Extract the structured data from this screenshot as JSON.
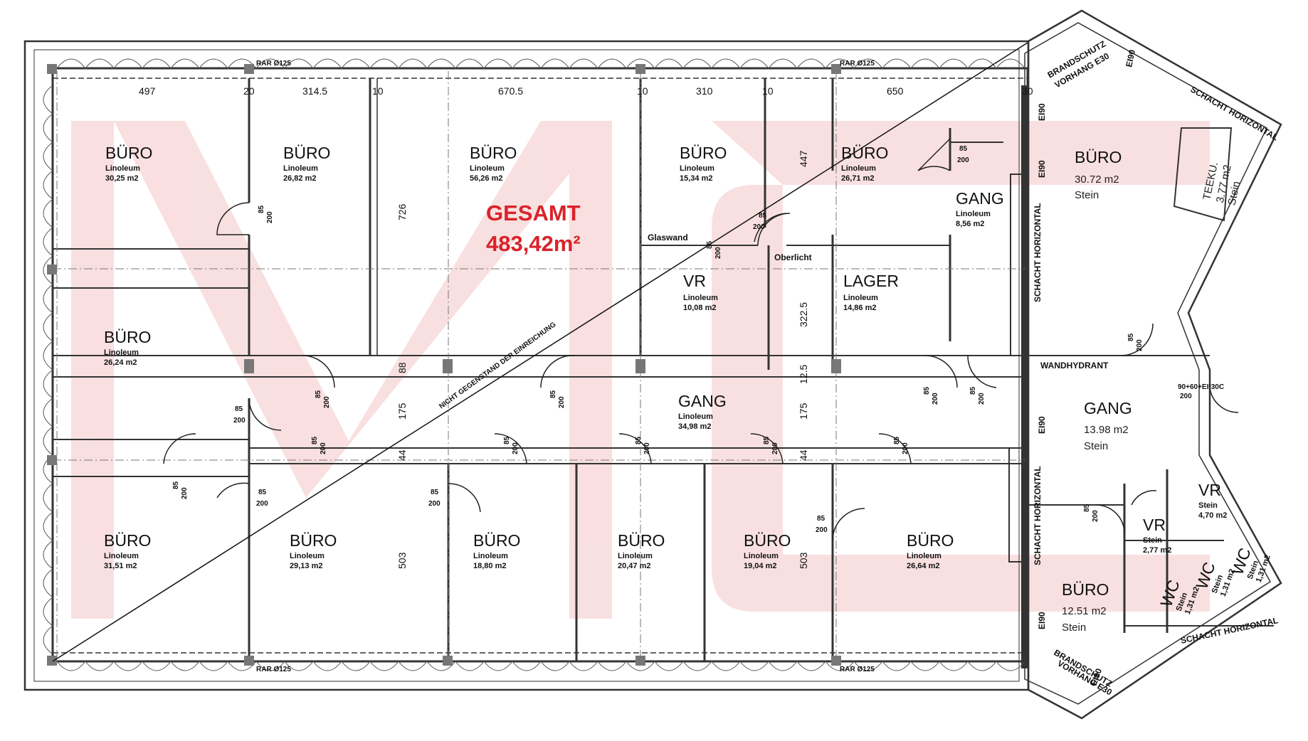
{
  "total": {
    "title": "GESAMT",
    "value": "483,42m²"
  },
  "annotations": {
    "diagonal_note": "NICHT GEGENSTAND DER EINREICHUNG",
    "wandhydrant": "WANDHYDRANT",
    "glaswand": "Glaswand",
    "oberlicht": "Oberlicht",
    "door_code": "90+60+EI²30C",
    "door_code_sub": "200",
    "brandschutz_top_1": "BRANDSCHUTZ",
    "brandschutz_top_2": "VORHANG E30",
    "brandschutz_bot_1": "BRANDSCHUTZ",
    "brandschutz_bot_2": "VORHANG E30",
    "schacht_1": "SCHACHT HORIZONTAL",
    "schacht_2": "SCHACHT HORIZONTAL",
    "schacht_3": "SCHACHT HORIZONTAL",
    "schacht_4": "SCHACHT HORIZONTAL",
    "rar_1": "RAR Ø125",
    "rar_2": "RAR Ø125",
    "rar_3": "RAR Ø125",
    "rar_4": "RAR Ø125",
    "ei90": "EI90"
  },
  "dimensions": {
    "top": [
      "497",
      "20",
      "314.5",
      "10",
      "670.5",
      "10",
      "310",
      "10",
      "650",
      "30"
    ],
    "d726": "726",
    "d447": "447",
    "d3225": "322.5",
    "d88": "88",
    "d125": "12.5",
    "d175a": "175",
    "d175b": "175",
    "d44a": "44",
    "d44b": "44",
    "d503a": "503",
    "d503b": "503"
  },
  "doors": {
    "w": "85",
    "h": "200"
  },
  "rooms": [
    {
      "name": "BÜRO",
      "floor": "Linoleum",
      "area": "30,25 m2"
    },
    {
      "name": "BÜRO",
      "floor": "Linoleum",
      "area": "26,82 m2"
    },
    {
      "name": "BÜRO",
      "floor": "Linoleum",
      "area": "56,26 m2"
    },
    {
      "name": "BÜRO",
      "floor": "Linoleum",
      "area": "15,34 m2"
    },
    {
      "name": "BÜRO",
      "floor": "Linoleum",
      "area": "26,71 m2"
    },
    {
      "name": "GANG",
      "floor": "Linoleum",
      "area": "8,56 m2"
    },
    {
      "name": "BÜRO",
      "floor": "Stein",
      "area": "30.72 m2"
    },
    {
      "name": "TEEKU.",
      "floor": "Stein",
      "area": "3.77 m2"
    },
    {
      "name": "VR",
      "floor": "Linoleum",
      "area": "10,08 m2"
    },
    {
      "name": "LAGER",
      "floor": "Linoleum",
      "area": "14,86 m2"
    },
    {
      "name": "BÜRO",
      "floor": "Linoleum",
      "area": "26,24 m2"
    },
    {
      "name": "GANG",
      "floor": "Linoleum",
      "area": "34,98 m2"
    },
    {
      "name": "GANG",
      "floor": "Stein",
      "area": "13.98 m2"
    },
    {
      "name": "BÜRO",
      "floor": "Linoleum",
      "area": "31,51 m2"
    },
    {
      "name": "BÜRO",
      "floor": "Linoleum",
      "area": "29,13 m2"
    },
    {
      "name": "BÜRO",
      "floor": "Linoleum",
      "area": "18,80 m2"
    },
    {
      "name": "BÜRO",
      "floor": "Linoleum",
      "area": "20,47 m2"
    },
    {
      "name": "BÜRO",
      "floor": "Linoleum",
      "area": "19,04 m2"
    },
    {
      "name": "BÜRO",
      "floor": "Linoleum",
      "area": "26,64 m2"
    },
    {
      "name": "BÜRO",
      "floor": "Stein",
      "area": "12.51 m2"
    },
    {
      "name": "VR",
      "floor": "Stein",
      "area": "2,77 m2"
    },
    {
      "name": "VR",
      "floor": "Stein",
      "area": "4,70 m2"
    },
    {
      "name": "WC",
      "floor": "Stein",
      "area": "1,31 m2"
    },
    {
      "name": "WC",
      "floor": "Stein",
      "area": "1,31 m2"
    },
    {
      "name": "WC",
      "floor": "Stein",
      "area": "1,31 m2"
    }
  ],
  "colors": {
    "accent": "#d9232a",
    "watermark": "#f6d5d5",
    "line": "#333333"
  }
}
